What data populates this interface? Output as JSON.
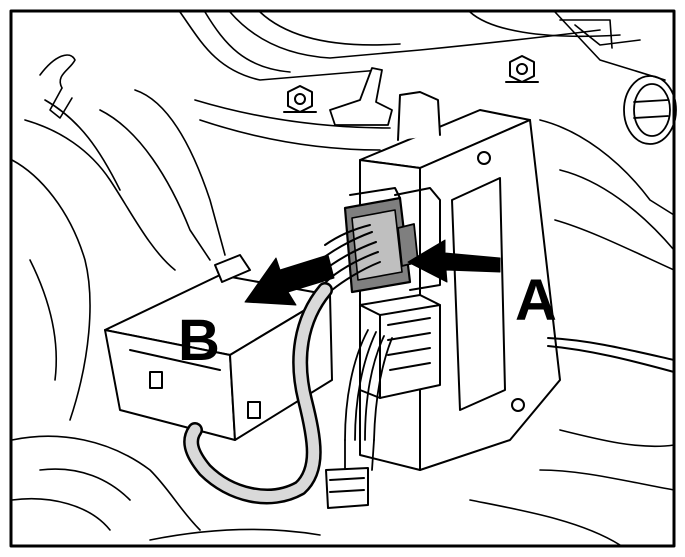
{
  "callouts": {
    "a": "A",
    "b": "B"
  },
  "colors": {
    "ink": "#000000",
    "paper": "#ffffff",
    "connector_shade": "#7f7f7f",
    "harness_fill": "#d9d9d9"
  },
  "icons": {
    "press_arrow": "arrow-right-pointing-left",
    "pull_arrow": "arrow-left"
  }
}
